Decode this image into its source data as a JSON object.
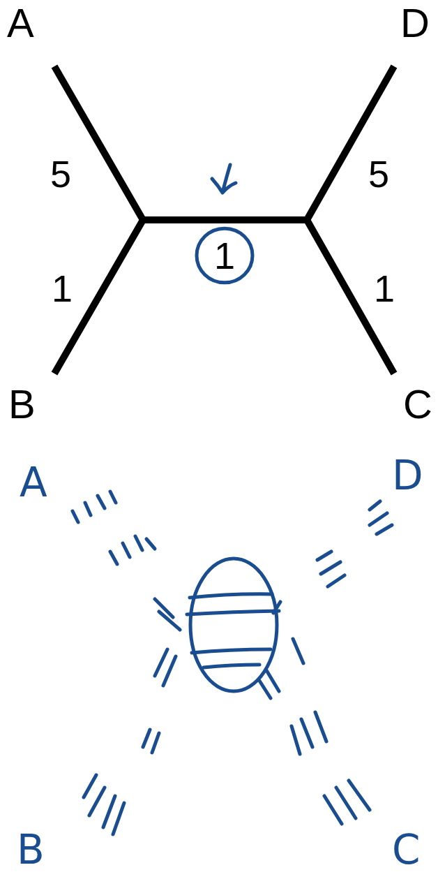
{
  "diagram": {
    "nodes": [
      {
        "text": [
          "1"
        ]
      }
    ],
    "labels": [
      "A",
      "D",
      "5",
      "1",
      "5",
      "1",
      "B",
      "C",
      "A",
      "D",
      "B",
      "C"
    ]
  }
}
